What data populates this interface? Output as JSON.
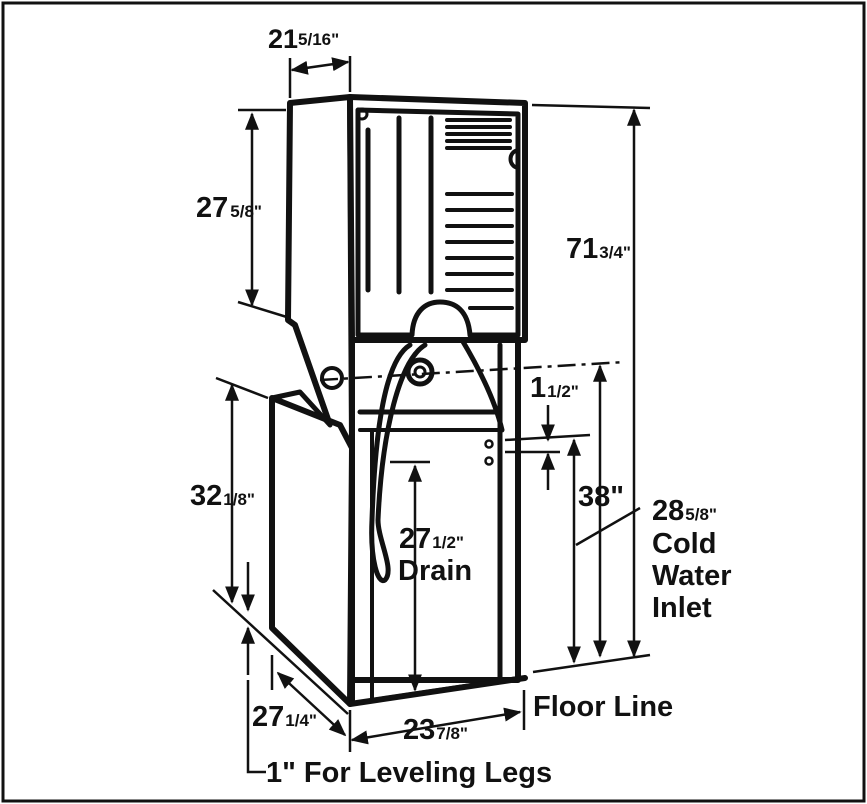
{
  "diagram": {
    "colors": {
      "ink": "#111111",
      "background": "#ffffff"
    },
    "dimensions": {
      "top_width": {
        "whole": "21",
        "frac": "5/16\""
      },
      "upper_depth": {
        "whole": "27",
        "frac": "5/8\""
      },
      "overall_height": {
        "whole": "71",
        "frac": "3/4\""
      },
      "lower_height": {
        "whole": "32",
        "frac": "1/8\""
      },
      "offset": {
        "whole": "1",
        "frac": "1/2\""
      },
      "inlet_height": {
        "whole": "38\""
      },
      "drain_height": {
        "whole": "27",
        "frac": "1/2\"",
        "label": "Drain"
      },
      "water_inlet": {
        "whole": "28",
        "frac": "5/8\"",
        "line1": "Cold",
        "line2": "Water",
        "line3": "Inlet"
      },
      "base_depth": {
        "whole": "27",
        "frac": "1/4\""
      },
      "base_width": {
        "whole": "23",
        "frac": "7/8\""
      }
    },
    "floor_label": "Floor Line",
    "legs_label": "1\" For Leveling Legs"
  }
}
